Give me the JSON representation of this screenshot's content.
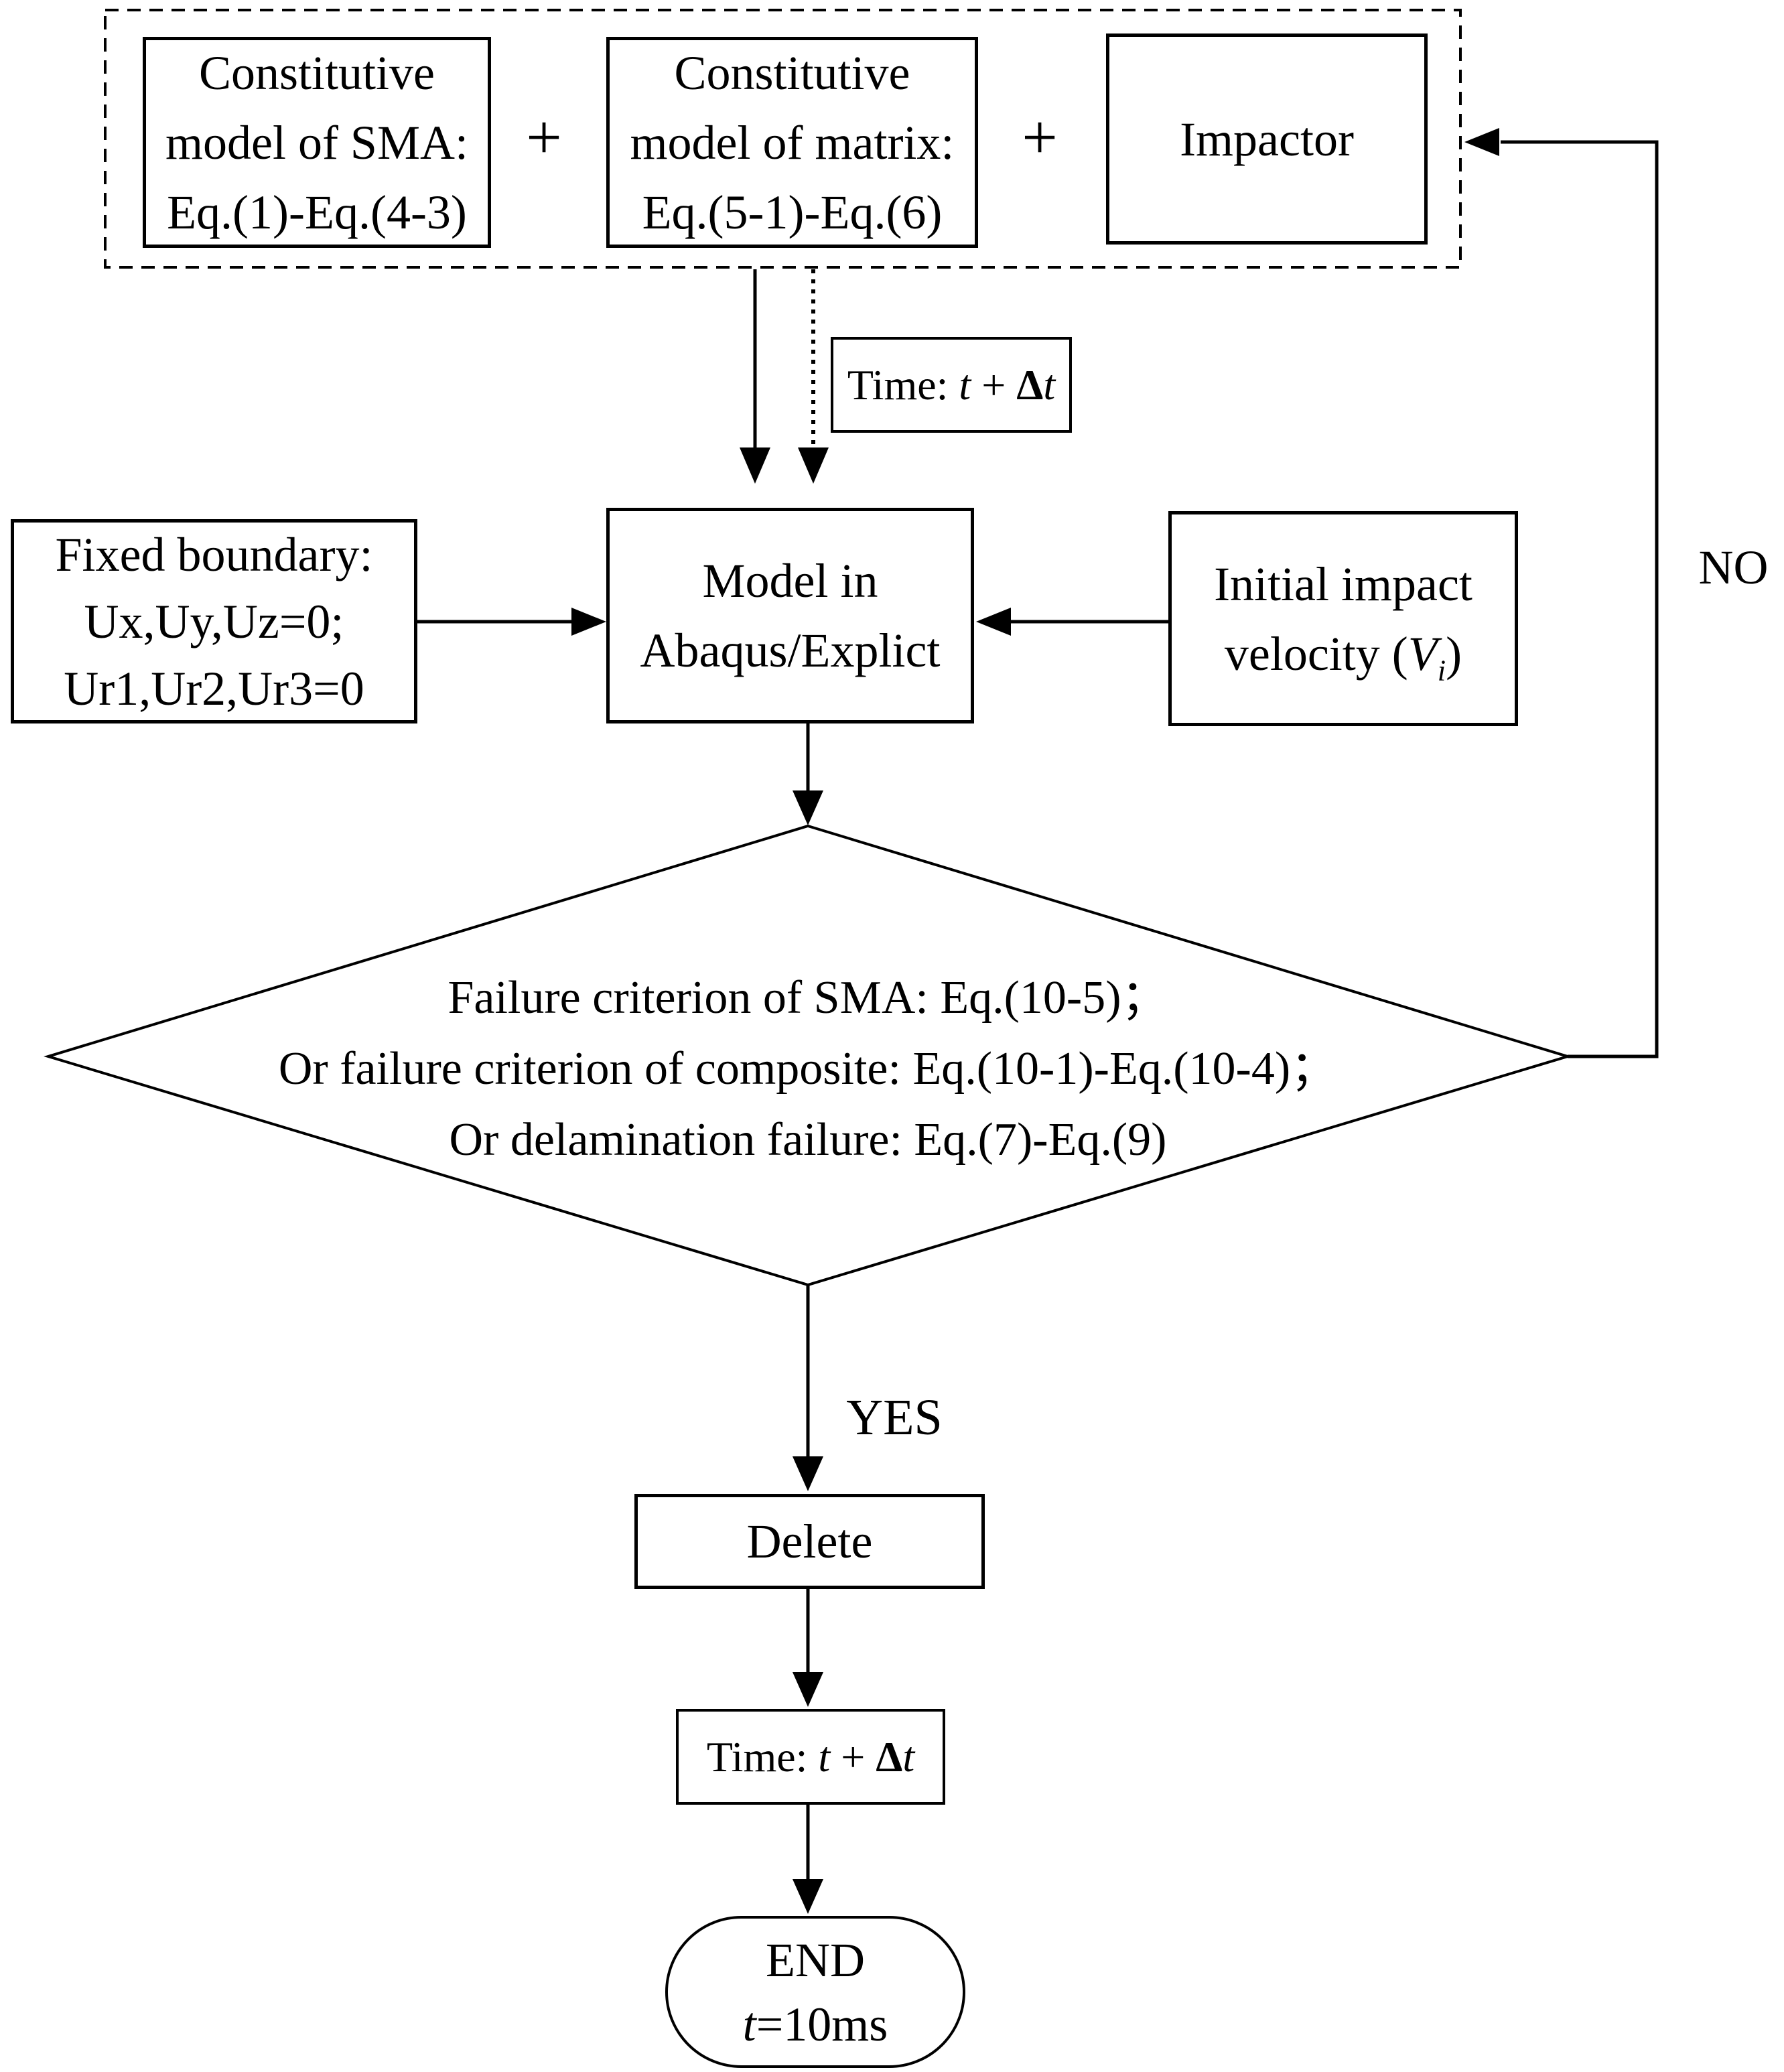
{
  "colors": {
    "ink": "#000000",
    "paper": "#ffffff"
  },
  "top_group": {
    "box_sma_lines": [
      "Constitutive",
      "model of SMA:",
      "Eq.(1)-Eq.(4-3)"
    ],
    "plus_1": "+",
    "box_matrix_lines": [
      "Constitutive",
      "model of matrix:",
      "Eq.(5-1)-Eq.(6)"
    ],
    "plus_2": "+",
    "box_impactor_label": "Impactor"
  },
  "time_step_label": {
    "prefix": "Time: ",
    "t1": "t",
    "plus": " + ",
    "delta": "Δ",
    "t2": "t"
  },
  "fixed_boundary_lines": [
    "Fixed boundary:",
    "Ux,Uy,Uz=0;",
    "Ur1,Ur2,Ur3=0"
  ],
  "model_box_lines": [
    "Model in",
    "Abaqus/Explict"
  ],
  "velocity_box": {
    "line1": "Initial impact",
    "line2_prefix": "velocity (",
    "v": "V",
    "v_sub": "i",
    "line2_suffix": ")"
  },
  "decision_lines": [
    "Failure criterion of SMA: Eq.(10-5)；",
    "Or failure criterion of composite: Eq.(10-1)-Eq.(10-4)；",
    "Or delamination failure: Eq.(7)-Eq.(9)"
  ],
  "labels": {
    "yes": "YES",
    "no": "NO"
  },
  "delete_box_label": "Delete",
  "end_terminal": {
    "line1": "END",
    "t": "t",
    "suffix": "=10ms"
  }
}
